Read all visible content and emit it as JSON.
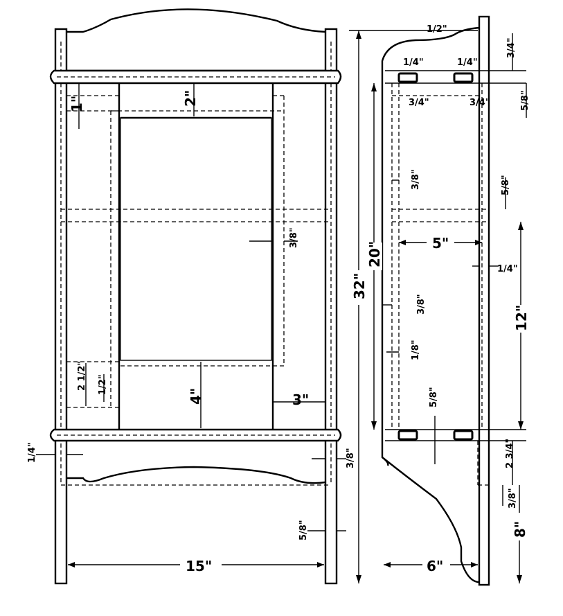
{
  "front_view": {
    "dims": {
      "width_15": "15\"",
      "top_rail_2": "2\"",
      "rail_1": "1\"",
      "bottom_rail_4": "4\"",
      "stile_3": "3\"",
      "frame_3_8_mid": "3/8\"",
      "rail_2_1_2": "2 1/2\"",
      "tenon_1_2": "1/2\"",
      "leg_1_4": "1/4\"",
      "leg_3_8_low": "3/8\"",
      "leg_5_8": "5/8\""
    }
  },
  "side_view": {
    "dims": {
      "height_32": "32\"",
      "height_20": "20\"",
      "top_1_2": "1/2\"",
      "top_3_4": "3/4\"",
      "tenon_1_4_a": "1/4\"",
      "tenon_1_4_b": "1/4\"",
      "mortise_3_4_a": "3/4\"",
      "mortise_3_4_b": "3/4\"",
      "panel_5_8_top": "5/8\"",
      "panel_3_8_a": "3/8\"",
      "panel_5_8_mid": "5/8\"",
      "depth_5": "5\"",
      "side_1_4": "1/4\"",
      "height_12": "12\"",
      "panel_3_8_b": "3/8\"",
      "panel_1_8": "1/8\"",
      "bottom_5_8": "5/8\"",
      "bottom_2_3_4": "2 3/4\"",
      "foot_3_8": "3/8\"",
      "foot_8": "8\"",
      "base_6": "6\""
    }
  }
}
